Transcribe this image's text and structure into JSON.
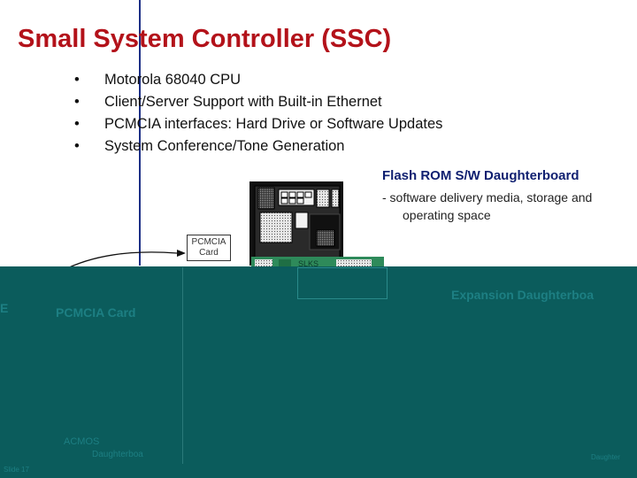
{
  "slide": {
    "title": "Small System Controller (SSC)",
    "bullet_glyph": "•",
    "bullets": [
      "Motorola 68040 CPU",
      "Client/Server Support with Built-in Ethernet",
      "PCMCIA interfaces: Hard Drive or Software Updates",
      "System Conference/Tone Generation"
    ],
    "flash": {
      "title": "Flash ROM S/W Daughterboard",
      "desc_line1": "- software delivery media, storage and",
      "desc_line2": "operating space"
    },
    "board_labels": {
      "pcmcia_card": "PCMCIA Card",
      "slot": "SLKS"
    },
    "teal_panel": {
      "left_fragment": "E",
      "pcmcia_card": "PCMCIA Card",
      "expansion": "Expansion Daughterboa",
      "bottom_line1": "ACMOS",
      "bottom_line2": "Daughterboa",
      "corner": "Daughter",
      "page": "Slide 17"
    },
    "colors": {
      "title": "#b3121a",
      "accent_line": "#1c2f86",
      "flash_title": "#0f1f70",
      "teal_bg": "#0b5c5c",
      "teal_text": "#1d7f83"
    }
  }
}
